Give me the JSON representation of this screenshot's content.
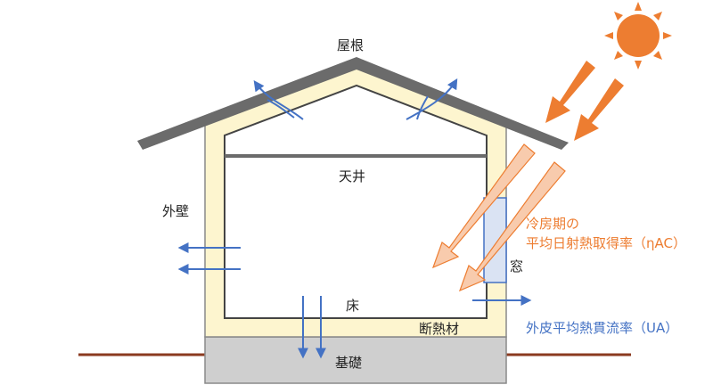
{
  "labels": {
    "roof": "屋根",
    "ceiling": "天井",
    "exterior_wall": "外壁",
    "window": "窓",
    "floor": "床",
    "insulation": "断熱材",
    "foundation": "基礎",
    "eta_ac_line1": "冷房期の",
    "eta_ac_line2": "平均日射熱取得率（ηAC）",
    "ua": "外皮平均熱貫流率（UA）"
  },
  "colors": {
    "roof": "#6b6b6b",
    "insulation_fill": "#fdf5cf",
    "wall_stroke": "#8a8a8a",
    "foundation_fill": "#cfcfcf",
    "ground": "#8b3a1f",
    "heat_arrow": "#4472c4",
    "sun": "#ed7d31",
    "solar_arrow": "#ed7d31",
    "solar_arrow_light": "#f8cbad",
    "window_fill": "#dae3f3",
    "label_orange": "#ed7d31",
    "label_blue": "#4472c4"
  },
  "icons": [
    "sun-icon"
  ]
}
